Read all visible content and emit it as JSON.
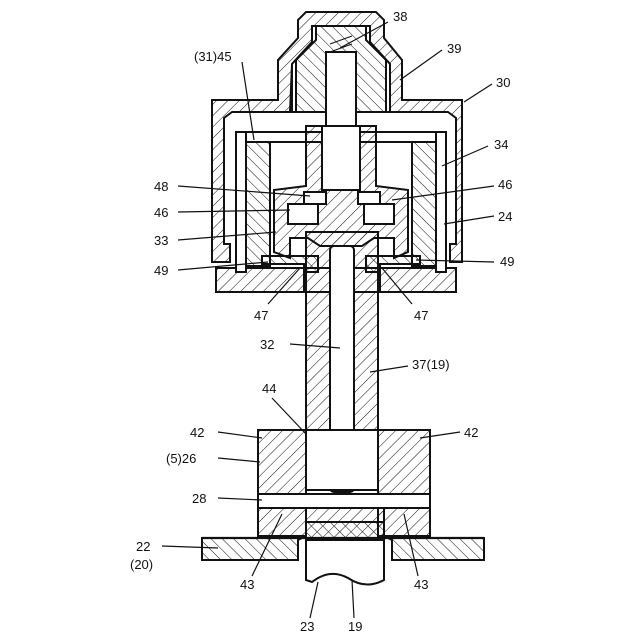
{
  "figure": {
    "labels": {
      "l38": "38",
      "l39": "39",
      "l30": "30",
      "l31_45": "(31)45",
      "l34": "34",
      "l46_right": "46",
      "l24": "24",
      "l48": "48",
      "l46_left": "46",
      "l33": "33",
      "l49_left": "49",
      "l49_right": "49",
      "l47_left": "47",
      "l47_right": "47",
      "l32": "32",
      "l37_19": "37(19)",
      "l44": "44",
      "l42_left": "42",
      "l42_right": "42",
      "l5_26": "(5)26",
      "l28": "28",
      "l22": "22",
      "l20": "(20)",
      "l43_left": "43",
      "l43_right": "43",
      "l23": "23",
      "l19": "19"
    }
  }
}
